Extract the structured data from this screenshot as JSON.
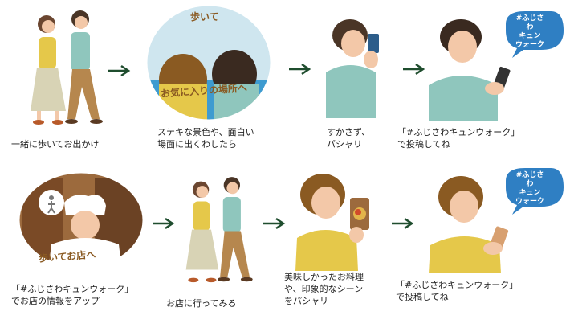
{
  "row1": {
    "step1": {
      "caption": "一緒に歩いてお出かけ"
    },
    "step2": {
      "caption": "ステキな景色や、面白い\n場面に出くわしたら",
      "circle_top": "歩いて",
      "circle_bottom": "お気に入りの場所へ"
    },
    "step3": {
      "caption": "すかさず、\nパシャリ"
    },
    "step4": {
      "caption": "「#ふじさわキュンウォーク」\nで投稿してね",
      "bubble": "#ふじさわ\nキュン\nウォーク"
    }
  },
  "row2": {
    "step1": {
      "caption": "「#ふじさわキュンウォーク」\nでお店の情報をアップ",
      "circle_label": "歩いてお店へ"
    },
    "step2": {
      "caption": "お店に行ってみる"
    },
    "step3": {
      "caption": "美味しかったお料理\nや、印象的なシーン\nをパシャリ"
    },
    "step4": {
      "caption": "「#ふじさわキュンウォーク」\nで投稿してね",
      "bubble": "#ふじさわ\nキュン\nウォーク"
    }
  },
  "colors": {
    "arrow": "#1f4d2e",
    "bubble": "#2f7fc3",
    "teal": "#8fc6bd",
    "mustard": "#e5c84a",
    "skin": "#f3c8a8",
    "hair": "#6b4630",
    "circle_label": "#8a5a22"
  }
}
